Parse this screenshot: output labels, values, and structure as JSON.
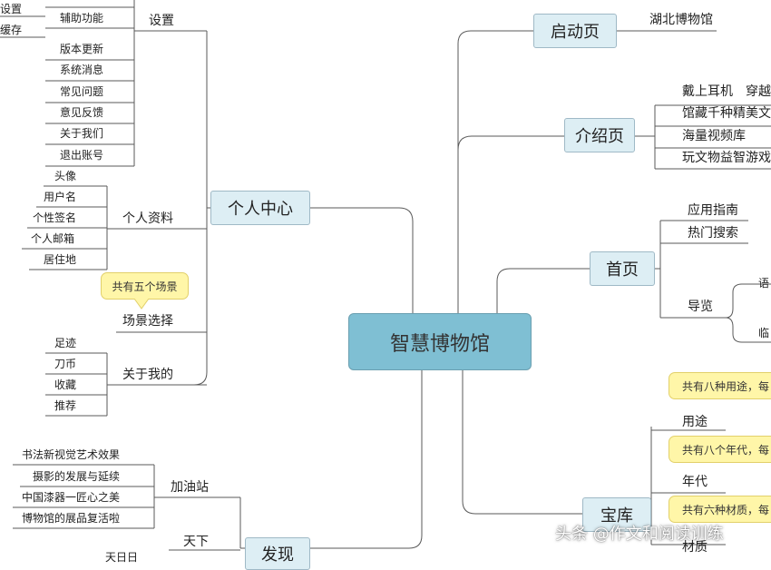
{
  "root": "智慧博物馆",
  "right": {
    "startup": {
      "title": "启动页",
      "content": "湖北博物馆"
    },
    "intro": {
      "title": "介绍页",
      "items": [
        "戴上耳机　穿越",
        "馆藏千种精美文",
        "海量视频库",
        "玩文物益智游戏"
      ]
    },
    "home": {
      "title": "首页",
      "items": [
        "应用指南",
        "热门搜索",
        "导览"
      ],
      "sub": [
        "语",
        "临"
      ]
    },
    "treasury": {
      "title": "宝库",
      "items": [
        "用途",
        "年代",
        "材质"
      ],
      "callouts": [
        "共有八种用途，每",
        "共有八个年代，每",
        "共有六种材质，每"
      ]
    }
  },
  "left": {
    "personal": {
      "title": "个人中心",
      "settings": {
        "label": "设置",
        "items": [
          "辅助功能",
          "版本更新",
          "系统消息",
          "常见问题",
          "意见反馈",
          "关于我们",
          "退出账号"
        ],
        "sub": [
          "设置",
          "缓存"
        ]
      },
      "profile": {
        "label": "个人资料",
        "items": [
          "头像",
          "用户名",
          "个性签名",
          "个人邮箱",
          "居住地"
        ]
      },
      "scene": {
        "label": "场景选择",
        "callout": "共有五个场景"
      },
      "about": {
        "label": "关于我的",
        "items": [
          "足迹",
          "刀币",
          "收藏",
          "推荐"
        ]
      }
    },
    "discover": {
      "title": "发现",
      "station": {
        "label": "加油站",
        "items": [
          "书法新视觉艺术效果",
          "摄影的发展与延续",
          "中国漆器一匠心之美",
          "博物馆的展品复活啦"
        ]
      },
      "world": {
        "label": "天下"
      },
      "partial": "天日日"
    }
  },
  "watermark": "头条 @作文和阅读训练"
}
